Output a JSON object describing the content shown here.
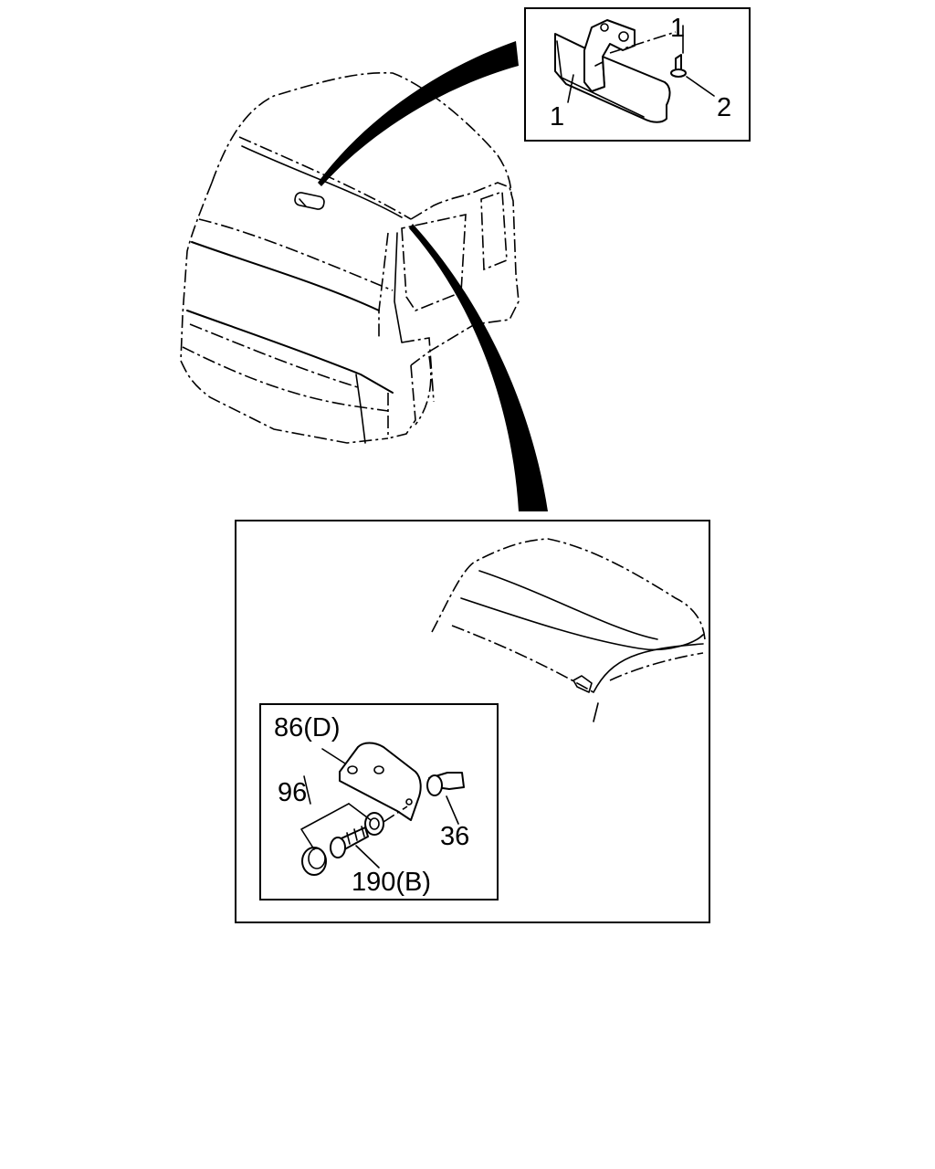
{
  "callouts": {
    "mirror": {
      "label_1a": "1",
      "label_1b": "1",
      "label_2": "2"
    },
    "hinge": {
      "label_86": "86(D)",
      "label_96": "96",
      "label_36": "36",
      "label_190": "190(B)"
    }
  },
  "colors": {
    "line": "#000000",
    "background": "#ffffff"
  }
}
